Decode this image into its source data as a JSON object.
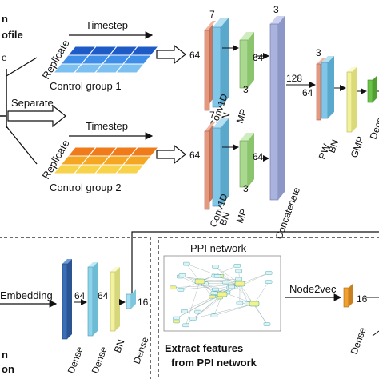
{
  "top": {
    "title_partial_1": "n",
    "title_partial_2": "ofile",
    "left_partial": "e",
    "separate": "Separate",
    "grid1": {
      "replicate": "Replicate",
      "timestep": "Timestep",
      "caption": "Control  group 1"
    },
    "grid2": {
      "replicate": "Replicate",
      "timestep": "Timestep",
      "caption": "Control  group 2"
    },
    "branch1": {
      "dim64": "64",
      "dim7": "7",
      "dim64b": "64",
      "dim3": "3",
      "conv1d": "Conv1D",
      "bn": "BN",
      "mp": "MP"
    },
    "branch2": {
      "dim64": "64",
      "dim7": "7",
      "dim64b": "64",
      "dim3": "3",
      "conv1d": "Conv1D",
      "bn": "BN",
      "mp": "MP"
    },
    "concat": {
      "dim3": "3",
      "label": "Concatenate"
    },
    "post": {
      "dim128": "128",
      "dim3": "3",
      "dim64": "64",
      "pw": "PW",
      "bn": "BN",
      "gmp": "GMP",
      "dense": "Dense"
    }
  },
  "bottom": {
    "embedding": "Embedding",
    "dim64a": "64",
    "dim64b": "64",
    "dim16": "16",
    "dense1": "Dense",
    "dense2": "Dense",
    "bn": "BN",
    "dense3": "Dense",
    "left_bottom_1": "n",
    "left_bottom_2": "on",
    "ppi_title": "PPI network",
    "node2vec": "Node2vec",
    "dim16b": "16",
    "dense4": "Dense",
    "extract_1": "Extract features",
    "extract_2": "from PPI network"
  },
  "colors": {
    "conv": "#e8987a",
    "bn": "#7fc6e8",
    "mp": "#a9d98e",
    "concat": "#a9b3dd",
    "gmp": "#f2f29a",
    "dense_green": "#6cc24a",
    "grid_blue": [
      "#1e5bc6",
      "#3f8ee8",
      "#7cc0f2"
    ],
    "grid_orange": [
      "#f07b1a",
      "#f5a623",
      "#f7d24b"
    ],
    "dense_blue": "#3a6fb8",
    "dense_cyan": "#8fd3ea",
    "bn_yellow": "#f2f2a0",
    "dense_small": "#a8dff0",
    "dense_orange": "#f0a030"
  }
}
